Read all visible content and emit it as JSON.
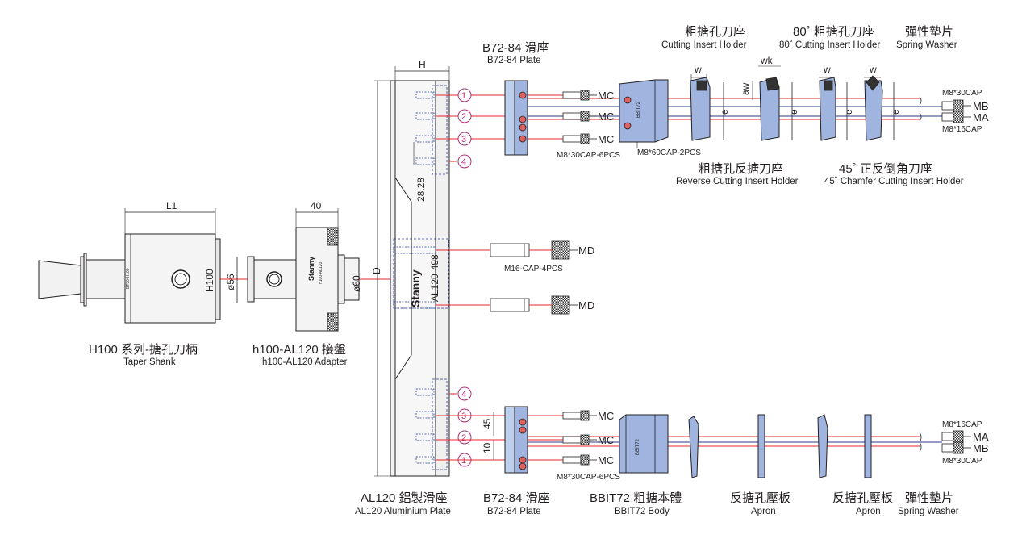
{
  "colors": {
    "red_line": "#e8262b",
    "blue_line": "#2b3a8f",
    "part_blue": "#9fb5e0",
    "part_grey": "#c9c9c9",
    "callout": "#b0307c",
    "ink": "#231f20"
  },
  "captions": {
    "taper_shank_cn": "H100 系列-搪孔刀柄",
    "taper_shank_en": "Taper Shank",
    "adapter_cn": "h100-AL120 接盤",
    "adapter_en": "h100-AL120 Adapter",
    "al120_cn": "AL120 鋁製滑座",
    "al120_en": "AL120 Aluminium Plate",
    "plate_top_cn": "B72-84 滑座",
    "plate_top_en": "B72-84 Plate",
    "plate_bot_cn": "B72-84 滑座",
    "plate_bot_en": "B72-84 Plate",
    "body_cn": "BBIT72 粗搪本體",
    "body_en": "BBIT72 Body",
    "apron1_cn": "反搪孔壓板",
    "apron1_en": "Apron",
    "apron2_cn": "反搪孔壓板",
    "apron2_en": "Apron",
    "washer_bot_cn": "彈性墊片",
    "washer_bot_en": "Spring Washer",
    "cih_cn": "粗搪孔刀座",
    "cih_en": "Cutting Insert Holder",
    "cih80_cn": "80˚ 粗搪孔刀座",
    "cih80_en": "80˚ Cutting Insert Holder",
    "washer_top_cn": "彈性墊片",
    "washer_top_en": "Spring Washer",
    "rcih_cn": "粗搪孔反搪刀座",
    "rcih_en": "Reverse Cutting Insert Holder",
    "chamfer_cn": "45˚ 正反倒角刀座",
    "chamfer_en": "45˚ Chamfer Cutting Insert Holder"
  },
  "dimensions": {
    "L1": "L1",
    "forty": "40",
    "H": "H",
    "H100": "H100",
    "d56": "ø56",
    "d60": "ø60",
    "D": "D",
    "pitch": "28.28",
    "range": "AL120-498",
    "p45": "45",
    "p10": "10",
    "w1": "w",
    "wk": "wk",
    "aw": "aw",
    "w2": "w",
    "w3": "w",
    "e1": "e",
    "e2": "e",
    "e3": "e",
    "e4": "e"
  },
  "callouts_top": [
    "1",
    "2",
    "3",
    "4"
  ],
  "callouts_bot": [
    "4",
    "3",
    "2",
    "1"
  ],
  "screws": {
    "mc": "MC",
    "md": "MD",
    "ma": "MA",
    "mb": "MB",
    "m8x30_6": "M8*30CAP-6PCS",
    "m8x60_2": "M8*60CAP-2PCS",
    "m16_4": "M16-CAP-4PCS",
    "m8x30": "M8*30CAP",
    "m8x16": "M8*16CAP"
  },
  "engravings": {
    "stanny": "Stanny",
    "bbit72": "BBIT72",
    "h100al120": "h100-AL120"
  }
}
